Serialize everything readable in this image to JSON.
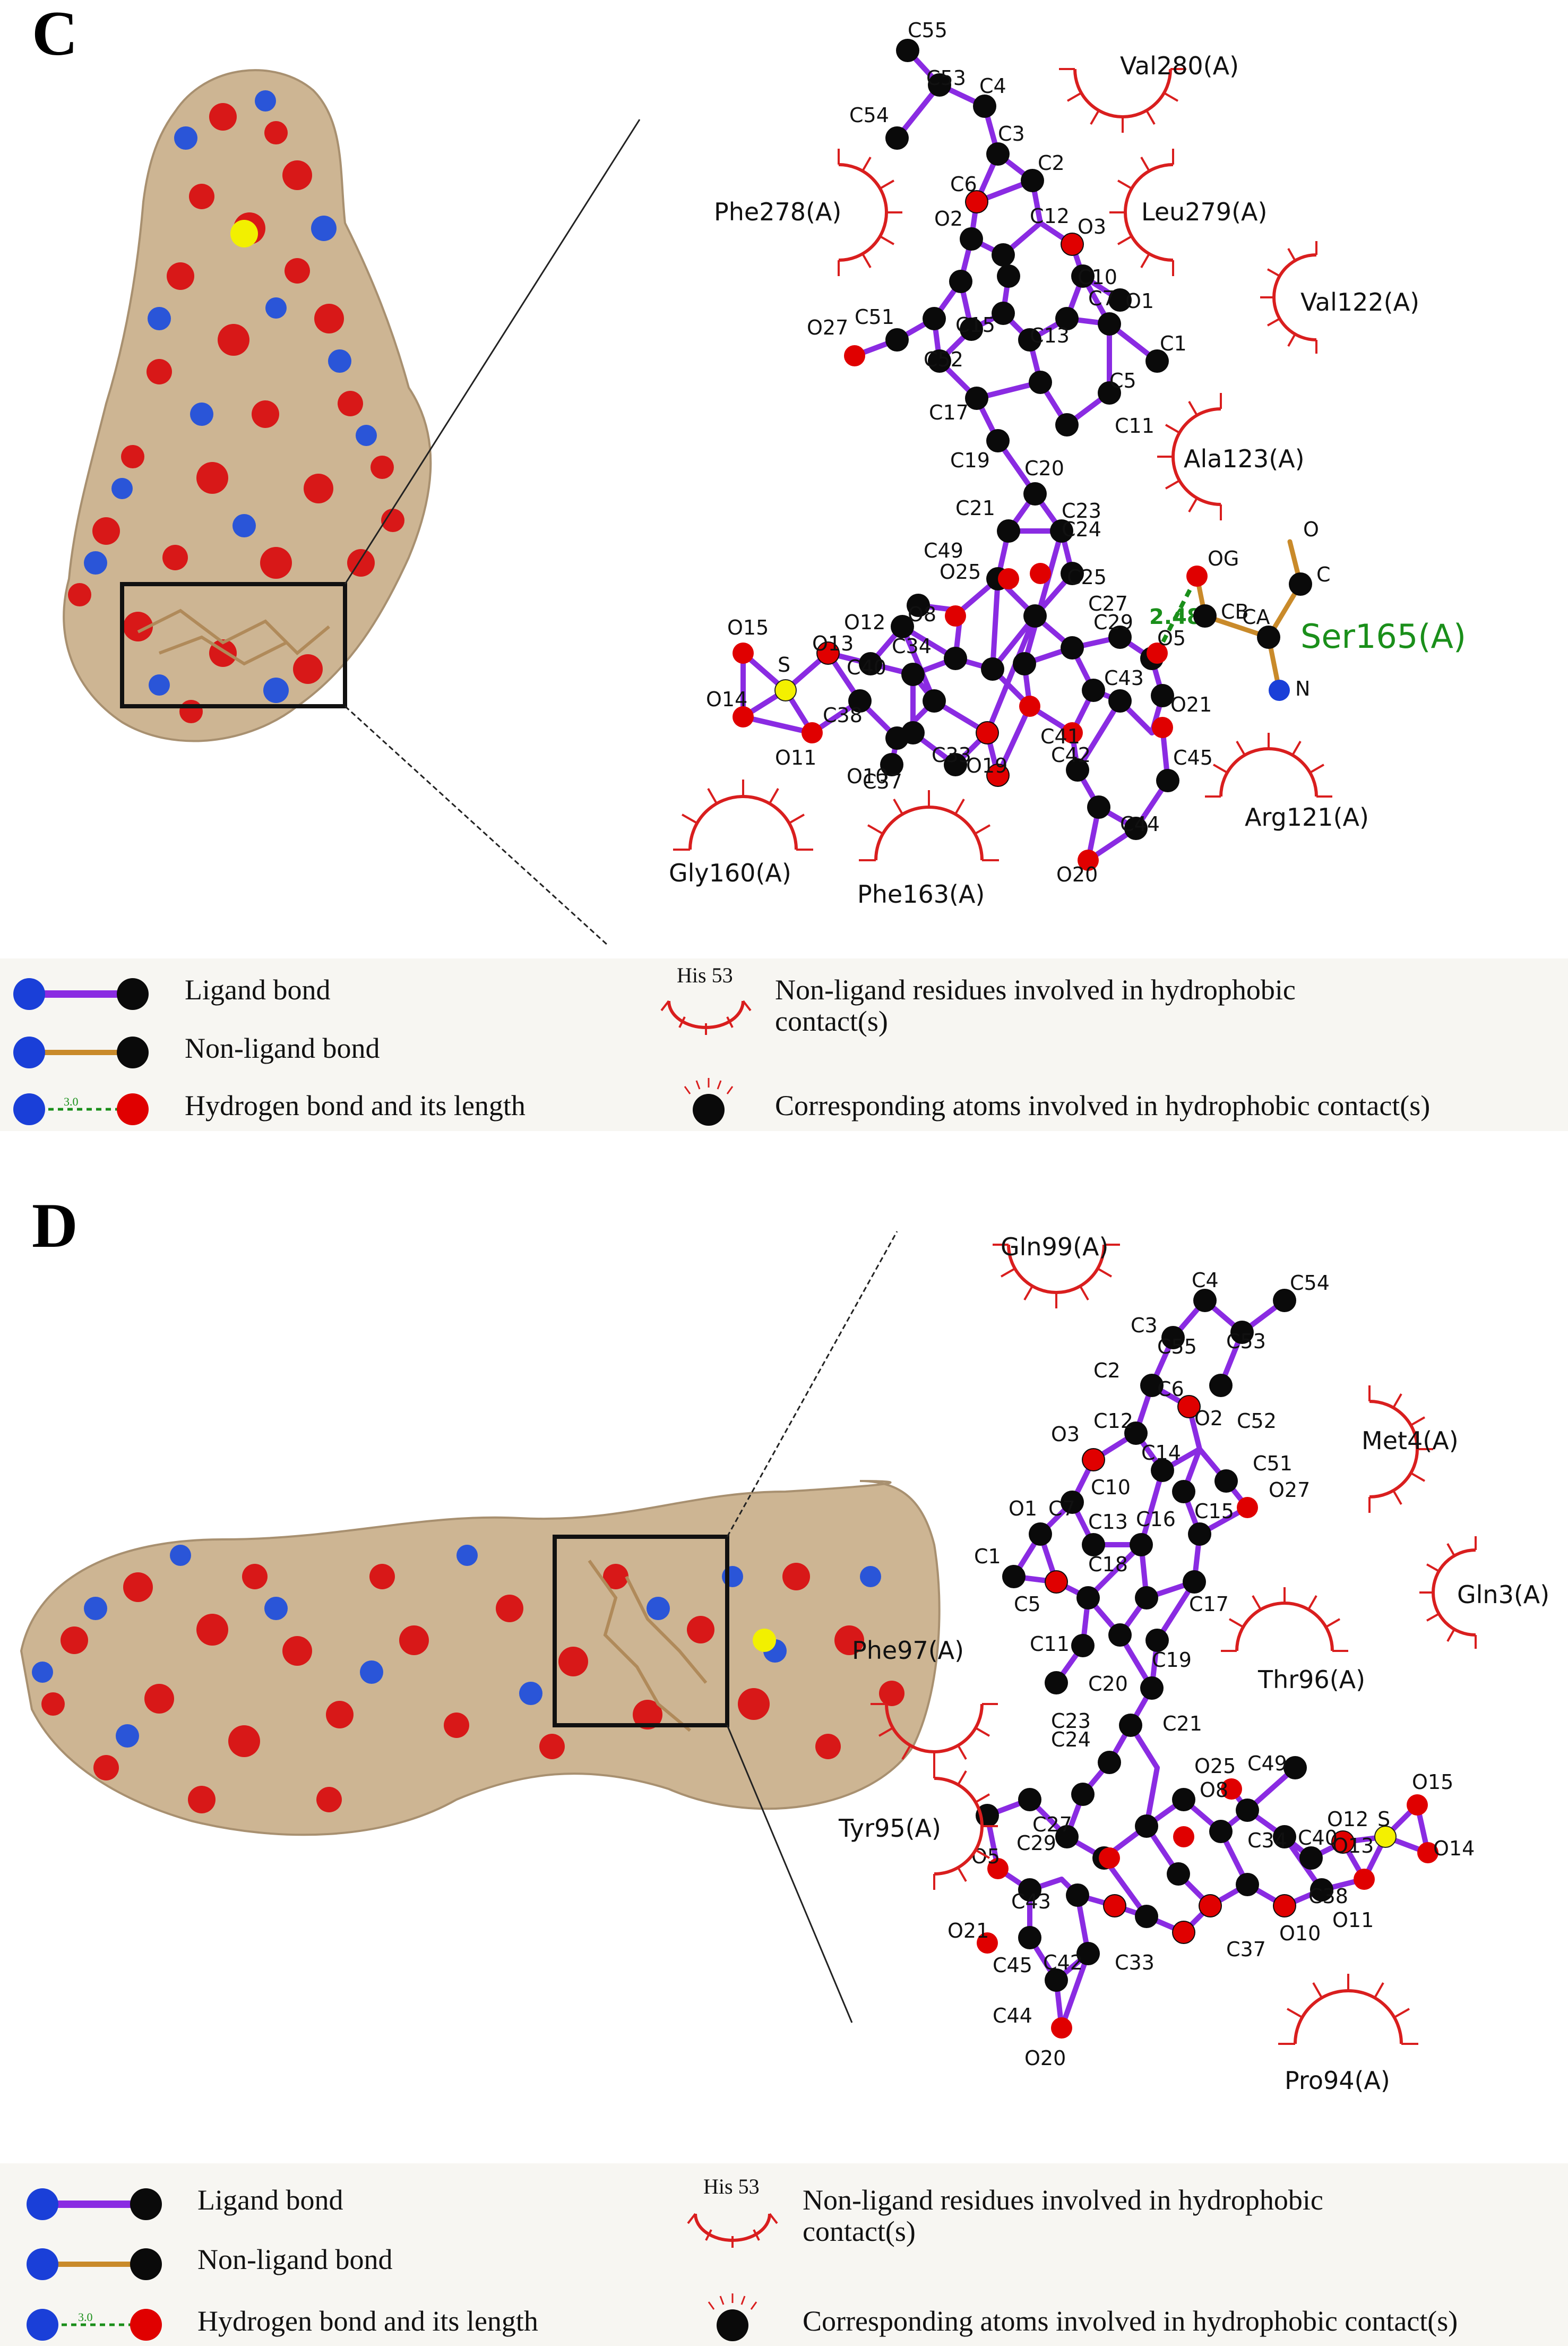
{
  "panel_c": {
    "letter": "C",
    "residues": [
      "Val280(A)",
      "Phe278(A)",
      "Leu279(A)",
      "Val122(A)",
      "Ala123(A)",
      "Arg121(A)",
      "Phe163(A)",
      "Gly160(A)"
    ],
    "h_bond_residue": "Ser165(A)",
    "h_bond_length": "2.48",
    "ser_atoms": [
      "OG",
      "O",
      "C",
      "CB",
      "CA",
      "N"
    ],
    "atoms": [
      "C55",
      "C53",
      "C4",
      "C54",
      "C3",
      "C2",
      "C6",
      "C12",
      "O2",
      "O3",
      "C10",
      "C7",
      "O1",
      "C1",
      "O27",
      "C51",
      "C52",
      "C15",
      "C13",
      "C5",
      "C11",
      "C17",
      "C19",
      "C20",
      "C21",
      "C23",
      "C24",
      "C25",
      "C27",
      "C29",
      "C49",
      "O25",
      "O8",
      "O5",
      "O21",
      "C43",
      "C45",
      "C44",
      "C42",
      "C41",
      "O20",
      "O15",
      "O12",
      "S",
      "O13",
      "C40",
      "C34",
      "O14",
      "O11",
      "C38",
      "O10",
      "C37",
      "O19",
      "C33"
    ]
  },
  "panel_d": {
    "letter": "D",
    "residues": [
      "Gln99(A)",
      "Met4(A)",
      "Gln3(A)",
      "Phe97(A)",
      "Thr96(A)",
      "Tyr95(A)",
      "Pro94(A)"
    ],
    "atoms": [
      "C4",
      "C54",
      "C3",
      "C53",
      "C55",
      "C2",
      "C6",
      "O3",
      "C12",
      "O2",
      "C52",
      "C14",
      "C51",
      "O27",
      "O1",
      "C7",
      "C10",
      "C15",
      "C1",
      "C13",
      "C16",
      "C5",
      "C18",
      "C17",
      "C11",
      "C20",
      "C19",
      "C21",
      "C23",
      "C24",
      "C49",
      "O25",
      "O8",
      "C27",
      "C29",
      "O5",
      "C43",
      "C34",
      "O12",
      "O15",
      "C40",
      "O13",
      "S",
      "O14",
      "O21",
      "C38",
      "C45",
      "C42",
      "C33",
      "O11",
      "C37",
      "O10",
      "C44",
      "O20"
    ]
  },
  "legend": {
    "ligand_bond": "Ligand bond",
    "non_ligand_bond": "Non-ligand bond",
    "hydrogen_bond": "Hydrogen bond and its length",
    "hbond_sample_length": "3.0",
    "hydrophobic_example": "His 53",
    "hydrophobic_residues": "Non-ligand residues involved in hydrophobic contact(s)",
    "hydrophobic_atoms": "Corresponding atoms involved in hydrophobic contact(s)"
  },
  "colors": {
    "ligand_bond": "#8a2be2",
    "non_ligand_bond": "#c98a2a",
    "hydrogen_bond": "#1a8f1a",
    "carbon": "#0a0a0a",
    "oxygen": "#e00000",
    "nitrogen": "#1a3fd8",
    "sulfur": "#f4f000",
    "hydrophobic": "#d91e1e",
    "surface": "#cdb593"
  }
}
